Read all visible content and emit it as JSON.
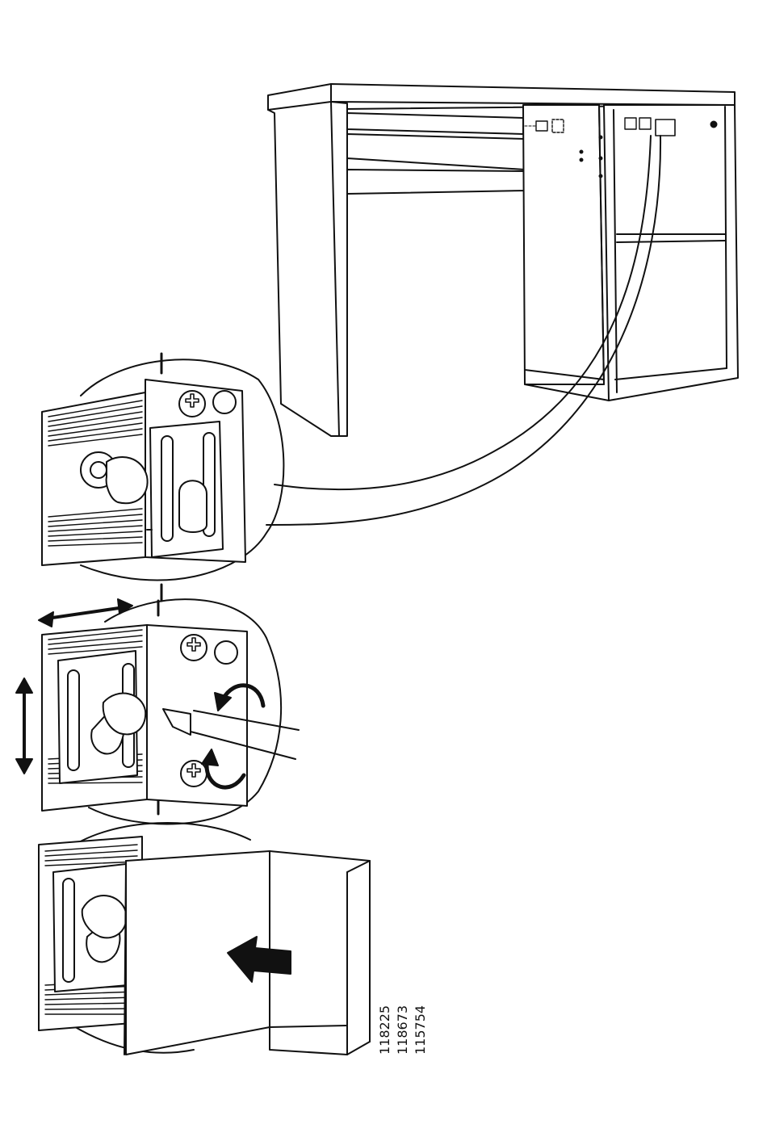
{
  "document": {
    "part_numbers": [
      "118225",
      "118673",
      "115754"
    ]
  },
  "icons": {
    "main": "desk-with-hanging-rail-illustration",
    "detail1": "bracket-hook-detail-icon",
    "detail2": "bracket-adjust-screwdriver-icon",
    "detail3": "bracket-cover-cap-icon"
  }
}
